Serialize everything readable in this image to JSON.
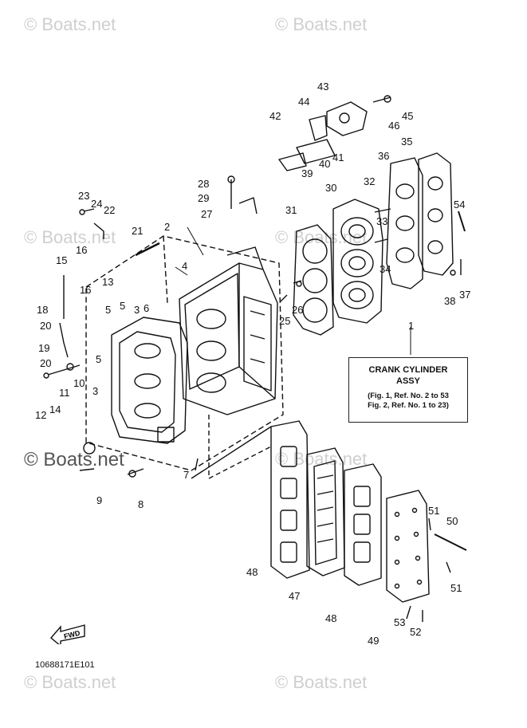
{
  "watermarks": [
    {
      "text": "© Boats.net"
    },
    {
      "text": "© Boats.net"
    },
    {
      "text": "© Boats.net"
    },
    {
      "text": "© Boats.net"
    },
    {
      "text": "© Boats.net"
    },
    {
      "text": "© Boats.net"
    },
    {
      "text": "© Boats.net"
    },
    {
      "text": "© Boats.net"
    }
  ],
  "legend": {
    "title_line1": "CRANK CYLINDER",
    "title_line2": "ASSY",
    "ref_line1": "(Fig. 1, Ref. No. 2 to 53",
    "ref_line2": "Fig. 2, Ref. No. 1 to 23)"
  },
  "part_code": "10688171E101",
  "fwd_label": "FWD",
  "callouts": [
    "1",
    "2",
    "3",
    "3",
    "4",
    "5",
    "5",
    "5",
    "6",
    "7",
    "8",
    "9",
    "10",
    "11",
    "12",
    "13",
    "14",
    "15",
    "16",
    "16",
    "18",
    "19",
    "20",
    "20",
    "21",
    "22",
    "23",
    "24",
    "25",
    "26",
    "27",
    "28",
    "29",
    "30",
    "31",
    "32",
    "33",
    "34",
    "35",
    "36",
    "37",
    "38",
    "39",
    "40",
    "41",
    "42",
    "43",
    "44",
    "45",
    "46",
    "47",
    "48",
    "48",
    "49",
    "50",
    "51",
    "51",
    "52",
    "53",
    "54"
  ],
  "colors": {
    "line": "#111111",
    "watermark": "#cfcfcf"
  }
}
